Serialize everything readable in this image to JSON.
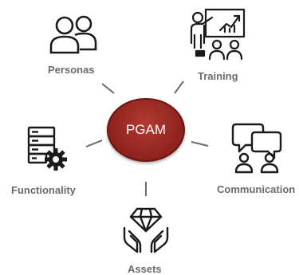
{
  "hub": {
    "label": "PGAM",
    "color": "#9b2a23"
  },
  "nodes": [
    {
      "label": "Personas",
      "icon": "personas-icon"
    },
    {
      "label": "Training",
      "icon": "training-icon"
    },
    {
      "label": "Functionality",
      "icon": "functionality-icon"
    },
    {
      "label": "Communication",
      "icon": "communication-icon"
    },
    {
      "label": "Assets",
      "icon": "assets-icon"
    }
  ],
  "colors": {
    "label": "#6b6b6b",
    "icon": "#1a1a1a",
    "connector": "#6b6b6b"
  }
}
